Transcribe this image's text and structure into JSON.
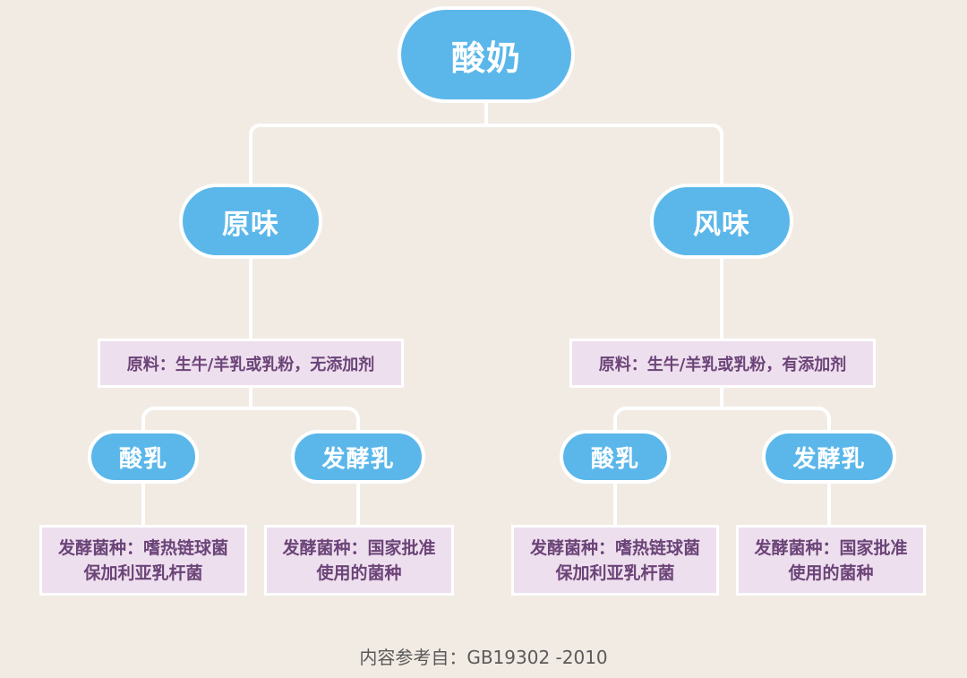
{
  "diagram": {
    "root": "酸奶",
    "branches": [
      {
        "label": "原味",
        "source": "原料：生牛/羊乳或乳粉，无添加剂",
        "children": [
          {
            "label": "酸乳",
            "strain_line1": "发酵菌种：嗜热链球菌",
            "strain_line2": "保加利亚乳杆菌"
          },
          {
            "label": "发酵乳",
            "strain_line1": "发酵菌种：国家批准",
            "strain_line2": "使用的菌种"
          }
        ]
      },
      {
        "label": "风味",
        "source": "原料：生牛/羊乳或乳粉，有添加剂",
        "children": [
          {
            "label": "酸乳",
            "strain_line1": "发酵菌种：嗜热链球菌",
            "strain_line2": "保加利亚乳杆菌"
          },
          {
            "label": "发酵乳",
            "strain_line1": "发酵菌种：国家批准",
            "strain_line2": "使用的菌种"
          }
        ]
      }
    ],
    "footer": "内容参考自：GB19302 -2010"
  },
  "colors": {
    "background": "#f2ebe4",
    "node_fill": "#5bb7ea",
    "box_fill": "#eedfee",
    "box_text": "#6b4478",
    "connector": "#ffffff"
  }
}
